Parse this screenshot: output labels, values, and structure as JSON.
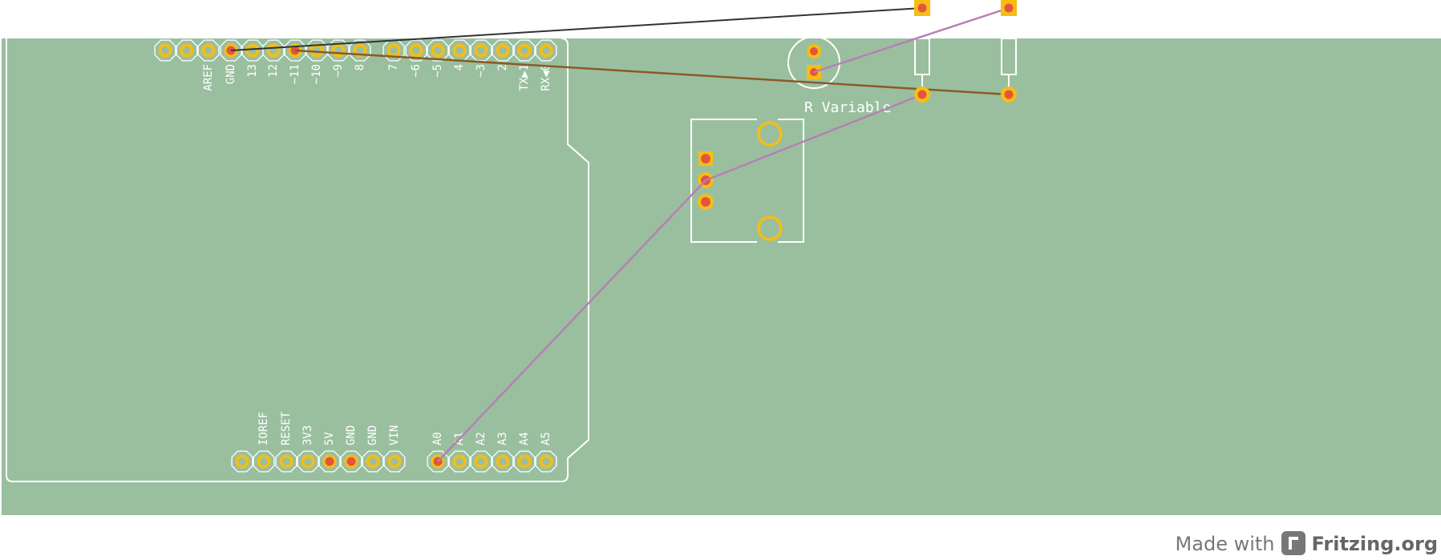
{
  "colors": {
    "board": "#9ABF9F",
    "silkscreen": "#FFFFFF",
    "copper": "#F7BD13",
    "via": "#E2553F",
    "trace_black": "#333333",
    "trace_brown": "#8A5A26",
    "trace_purple": "#B580B3"
  },
  "arduino": {
    "top_labels": [
      "AREF",
      "GND",
      "13",
      "12",
      "~11",
      "~10",
      "~9",
      "8",
      "7",
      "~6",
      "~5",
      "4",
      "~3",
      "2",
      "TX▶1",
      "RX◀0"
    ],
    "bottom_labels": [
      "IOREF",
      "RESET",
      "3V3",
      "5V",
      "GND",
      "GND",
      "VIN",
      "A0",
      "A1",
      "A2",
      "A3",
      "A4",
      "A5"
    ]
  },
  "components": {
    "variable_resistor_label": "R Variable"
  },
  "footer": {
    "made_with": "Made with",
    "brand": "Fritzing.org"
  }
}
